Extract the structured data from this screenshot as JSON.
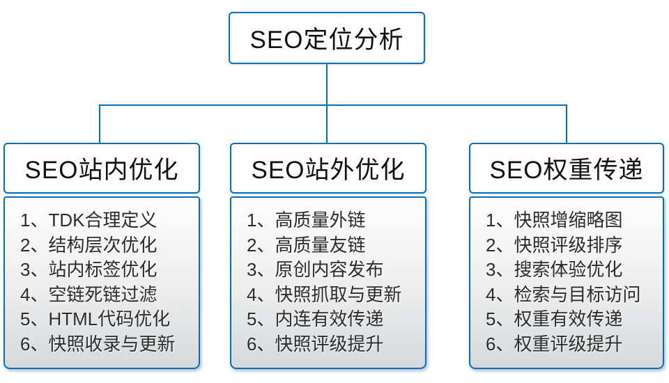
{
  "colors": {
    "accent_blue": "#0070c0",
    "title_text": "#111111",
    "item_text": "#2b2b2b",
    "panel_top": "#fdfdfd",
    "panel_bottom": "#d7d8d9"
  },
  "root": {
    "title": "SEO定位分析"
  },
  "branches": [
    {
      "title": "SEO站内优化",
      "items": [
        "1、TDK合理定义",
        "2、结构层次优化",
        "3、站内标签优化",
        "4、空链死链过滤",
        "5、HTML代码优化",
        "6、快照收录与更新"
      ]
    },
    {
      "title": "SEO站外优化",
      "items": [
        "1、高质量外链",
        "2、高质量友链",
        "3、原创内容发布",
        "4、快照抓取与更新",
        "5、内连有效传递",
        "6、快照评级提升"
      ]
    },
    {
      "title": "SEO权重传递",
      "items": [
        "1、快照增缩略图",
        "2、快照评级排序",
        "3、搜索体验优化",
        "4、检索与目标访问",
        "5、权重有效传递",
        "6、权重评级提升"
      ]
    }
  ]
}
